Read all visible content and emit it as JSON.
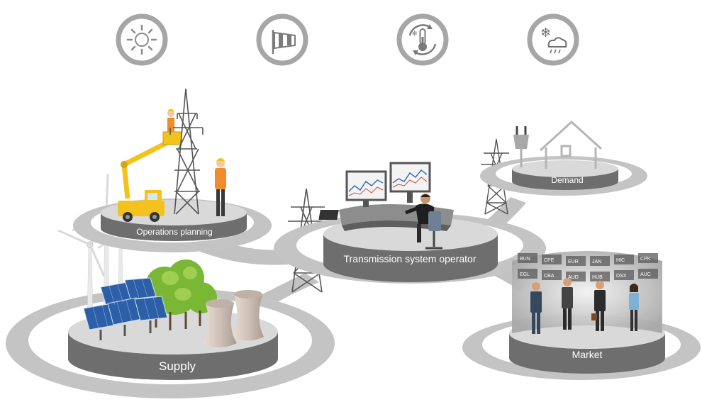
{
  "weather_icons": [
    {
      "icon": "sun-icon"
    },
    {
      "icon": "windsock-icon"
    },
    {
      "icon": "thermometer-icon"
    },
    {
      "icon": "snow-rain-cloud-icon"
    }
  ],
  "platforms": {
    "operations": {
      "label": "Operations planning"
    },
    "tso": {
      "label": "Transmission system operator"
    },
    "demand": {
      "label": "Demand"
    },
    "supply": {
      "label": "Supply"
    },
    "market": {
      "label": "Market"
    }
  },
  "market_board": {
    "tickers": [
      "BUN",
      "CPE",
      "EUR",
      "JAN",
      "HIC",
      "CPK",
      "EGL",
      "CBA",
      "AUD",
      "HUB",
      "DSX",
      "AUC"
    ]
  },
  "colors": {
    "platform_top": "#d9d9d9",
    "platform_side": "#6e6e6e",
    "ring": "#c4c4c4",
    "icon_ring": "#a6a6a6",
    "solar_blue": "#2d5fa8",
    "tree_green": "#8cc63f",
    "lift_yellow": "#f4c21c",
    "screen_blue": "#3a6fb0",
    "shirt_orange": "#f08c2a"
  }
}
